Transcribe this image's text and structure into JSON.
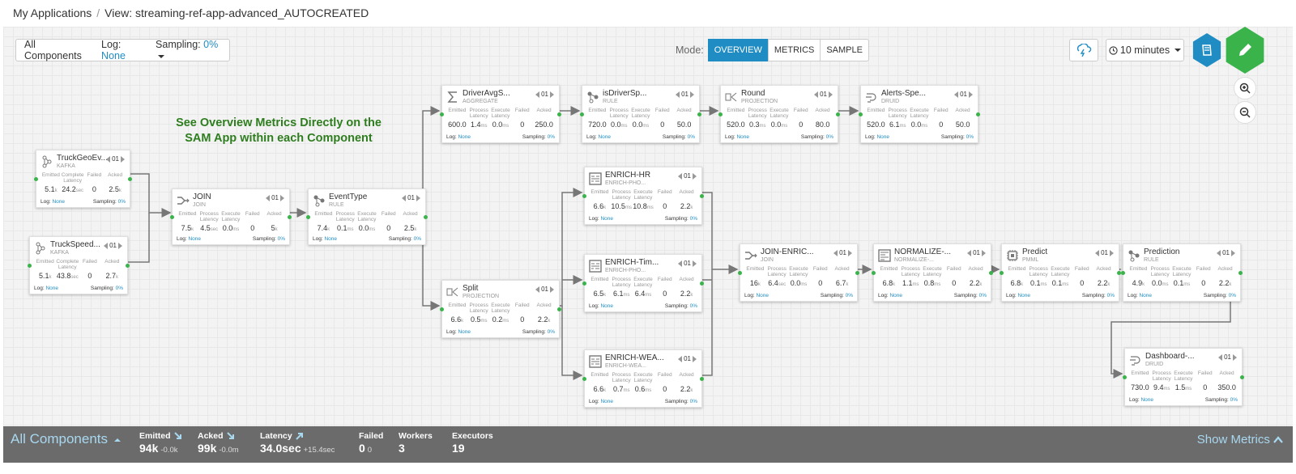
{
  "breadcrumb": {
    "root": "My Applications",
    "separator": "/",
    "current": "View: streaming-ref-app-advanced_AUTOCREATED"
  },
  "filters": {
    "components": "All Components",
    "log_label": "Log:",
    "log_value": "None",
    "sampling_label": "Sampling:",
    "sampling_value": "0%"
  },
  "mode": {
    "label": "Mode:",
    "options": [
      "OVERVIEW",
      "METRICS",
      "SAMPLE"
    ],
    "active": "OVERVIEW"
  },
  "time_range": "10 minutes",
  "annotation": {
    "line1": "See Overview Metrics Directly on the",
    "line2": "SAM App within each Component"
  },
  "colors": {
    "accent": "#1f8dc4",
    "port": "#3ab34a",
    "annotation": "#2e7d1e",
    "bottom_bar": "#6b6b6b",
    "book_hex": "#1f8dc4",
    "edit_hex": "#3ab34a"
  },
  "nodes": [
    {
      "id": "truckgeo",
      "name": "TruckGeoEv...",
      "type": "KAFKA",
      "icon": "kafka-icon",
      "parallelism": "01",
      "metrics": [
        {
          "label": "Emitted",
          "value": "5.1",
          "unit": "k"
        },
        {
          "label": "Complete Latency",
          "value": "24.2",
          "unit": "sec"
        },
        {
          "label": "Failed",
          "value": "0",
          "unit": ""
        },
        {
          "label": "Acked",
          "value": "2.5",
          "unit": "k"
        }
      ],
      "log": "None",
      "sampling": "0%"
    },
    {
      "id": "truckspeed",
      "name": "TruckSpeed...",
      "type": "KAFKA",
      "icon": "kafka-icon",
      "parallelism": "01",
      "metrics": [
        {
          "label": "Emitted",
          "value": "5.1",
          "unit": "k"
        },
        {
          "label": "Complete Latency",
          "value": "43.8",
          "unit": "sec"
        },
        {
          "label": "Failed",
          "value": "0",
          "unit": ""
        },
        {
          "label": "Acked",
          "value": "2.7",
          "unit": "k"
        }
      ],
      "log": "None",
      "sampling": "0%"
    },
    {
      "id": "join",
      "name": "JOIN",
      "type": "JOIN",
      "icon": "join-icon",
      "parallelism": "01",
      "metrics": [
        {
          "label": "Emitted",
          "value": "7.5",
          "unit": "k"
        },
        {
          "label": "Process Latency",
          "value": "4.5",
          "unit": "sec"
        },
        {
          "label": "Execute Latency",
          "value": "0.0",
          "unit": "ms"
        },
        {
          "label": "Failed",
          "value": "0",
          "unit": ""
        },
        {
          "label": "Acked",
          "value": "5",
          "unit": "k"
        }
      ],
      "log": "None",
      "sampling": "0%"
    },
    {
      "id": "eventtype",
      "name": "EventType",
      "type": "RULE",
      "icon": "rule-icon",
      "parallelism": "01",
      "metrics": [
        {
          "label": "Emitted",
          "value": "7.4",
          "unit": "k"
        },
        {
          "label": "Process Latency",
          "value": "0.1",
          "unit": "ms"
        },
        {
          "label": "Execute Latency",
          "value": "0.0",
          "unit": "ms"
        },
        {
          "label": "Failed",
          "value": "0",
          "unit": ""
        },
        {
          "label": "Acked",
          "value": "2.5",
          "unit": "k"
        }
      ],
      "log": "None",
      "sampling": "0%"
    },
    {
      "id": "driveravg",
      "name": "DriverAvgS...",
      "type": "AGGREGATE",
      "icon": "sigma-icon",
      "parallelism": "01",
      "metrics": [
        {
          "label": "Emitted",
          "value": "600.0",
          "unit": ""
        },
        {
          "label": "Process Latency",
          "value": "1.4",
          "unit": "ms"
        },
        {
          "label": "Execute Latency",
          "value": "0.0",
          "unit": "ms"
        },
        {
          "label": "Failed",
          "value": "0",
          "unit": ""
        },
        {
          "label": "Acked",
          "value": "250.0",
          "unit": ""
        }
      ],
      "log": "None",
      "sampling": "0%"
    },
    {
      "id": "isdriver",
      "name": "isDriverSp...",
      "type": "RULE",
      "icon": "rule-icon",
      "parallelism": "01",
      "metrics": [
        {
          "label": "Emitted",
          "value": "720.0",
          "unit": ""
        },
        {
          "label": "Process Latency",
          "value": "0.0",
          "unit": "ms"
        },
        {
          "label": "Execute Latency",
          "value": "0.0",
          "unit": "ms"
        },
        {
          "label": "Failed",
          "value": "0",
          "unit": ""
        },
        {
          "label": "Acked",
          "value": "50.0",
          "unit": ""
        }
      ],
      "log": "None",
      "sampling": "0%"
    },
    {
      "id": "round",
      "name": "Round",
      "type": "PROJECTION",
      "icon": "projection-icon",
      "parallelism": "01",
      "metrics": [
        {
          "label": "Emitted",
          "value": "520.0",
          "unit": ""
        },
        {
          "label": "Process Latency",
          "value": "0.3",
          "unit": "ms"
        },
        {
          "label": "Execute Latency",
          "value": "0.0",
          "unit": "ms"
        },
        {
          "label": "Failed",
          "value": "0",
          "unit": ""
        },
        {
          "label": "Acked",
          "value": "80.0",
          "unit": ""
        }
      ],
      "log": "None",
      "sampling": "0%"
    },
    {
      "id": "alerts",
      "name": "Alerts-Spe...",
      "type": "DRUID",
      "icon": "druid-icon",
      "parallelism": "01",
      "metrics": [
        {
          "label": "Emitted",
          "value": "520.0",
          "unit": ""
        },
        {
          "label": "Process Latency",
          "value": "6.1",
          "unit": "ms"
        },
        {
          "label": "Execute Latency",
          "value": "0.0",
          "unit": "ms"
        },
        {
          "label": "Failed",
          "value": "0",
          "unit": ""
        },
        {
          "label": "Acked",
          "value": "50.0",
          "unit": ""
        }
      ],
      "log": "None",
      "sampling": "0%"
    },
    {
      "id": "split",
      "name": "Split",
      "type": "PROJECTION",
      "icon": "projection-icon",
      "parallelism": "01",
      "metrics": [
        {
          "label": "Emitted",
          "value": "6.6",
          "unit": "k"
        },
        {
          "label": "Process Latency",
          "value": "0.5",
          "unit": "ms"
        },
        {
          "label": "Execute Latency",
          "value": "0.2",
          "unit": "ms"
        },
        {
          "label": "Failed",
          "value": "0",
          "unit": ""
        },
        {
          "label": "Acked",
          "value": "2.2",
          "unit": "k"
        }
      ],
      "log": "None",
      "sampling": "0%"
    },
    {
      "id": "enrichhr",
      "name": "ENRICH-HR",
      "type": "ENRICH-PHO...",
      "icon": "enrich-icon",
      "parallelism": "01",
      "metrics": [
        {
          "label": "Emitted",
          "value": "6.6",
          "unit": "k"
        },
        {
          "label": "Process Latency",
          "value": "10.5",
          "unit": "ms"
        },
        {
          "label": "Execute Latency",
          "value": "10.8",
          "unit": "ms"
        },
        {
          "label": "Failed",
          "value": "0",
          "unit": ""
        },
        {
          "label": "Acked",
          "value": "2.2",
          "unit": "k"
        }
      ],
      "log": "None",
      "sampling": "0%"
    },
    {
      "id": "enrichtim",
      "name": "ENRICH-Tim...",
      "type": "ENRICH-PHO...",
      "icon": "enrich-icon",
      "parallelism": "01",
      "metrics": [
        {
          "label": "Emitted",
          "value": "6.5",
          "unit": "k"
        },
        {
          "label": "Process Latency",
          "value": "6.1",
          "unit": "ms"
        },
        {
          "label": "Execute Latency",
          "value": "6.4",
          "unit": "ms"
        },
        {
          "label": "Failed",
          "value": "0",
          "unit": ""
        },
        {
          "label": "Acked",
          "value": "2.2",
          "unit": "k"
        }
      ],
      "log": "None",
      "sampling": "0%"
    },
    {
      "id": "enrichwea",
      "name": "ENRICH-WEA...",
      "type": "ENRICH-WEA...",
      "icon": "enrich-icon",
      "parallelism": "01",
      "metrics": [
        {
          "label": "Emitted",
          "value": "6.6",
          "unit": "k"
        },
        {
          "label": "Process Latency",
          "value": "0.7",
          "unit": "ms"
        },
        {
          "label": "Execute Latency",
          "value": "0.6",
          "unit": "ms"
        },
        {
          "label": "Failed",
          "value": "0",
          "unit": ""
        },
        {
          "label": "Acked",
          "value": "2.2",
          "unit": "k"
        }
      ],
      "log": "None",
      "sampling": "0%"
    },
    {
      "id": "joinenric",
      "name": "JOIN-ENRIC...",
      "type": "JOIN",
      "icon": "join-icon",
      "parallelism": "01",
      "metrics": [
        {
          "label": "Emitted",
          "value": "16",
          "unit": "k"
        },
        {
          "label": "Process Latency",
          "value": "6.4",
          "unit": "sec"
        },
        {
          "label": "Execute Latency",
          "value": "0.0",
          "unit": "ms"
        },
        {
          "label": "Failed",
          "value": "0",
          "unit": ""
        },
        {
          "label": "Acked",
          "value": "6.7",
          "unit": "k"
        }
      ],
      "log": "None",
      "sampling": "0%"
    },
    {
      "id": "normalize",
      "name": "NORMALIZE-...",
      "type": "NORMALIZE-...",
      "icon": "normalize-icon",
      "parallelism": "01",
      "metrics": [
        {
          "label": "Emitted",
          "value": "6.8",
          "unit": "k"
        },
        {
          "label": "Process Latency",
          "value": "1.1",
          "unit": "ms"
        },
        {
          "label": "Execute Latency",
          "value": "0.8",
          "unit": "ms"
        },
        {
          "label": "Failed",
          "value": "0",
          "unit": ""
        },
        {
          "label": "Acked",
          "value": "2.2",
          "unit": "k"
        }
      ],
      "log": "None",
      "sampling": "0%"
    },
    {
      "id": "predict",
      "name": "Predict",
      "type": "PMML",
      "icon": "chip-icon",
      "parallelism": "01",
      "metrics": [
        {
          "label": "Emitted",
          "value": "6.8",
          "unit": "k"
        },
        {
          "label": "Process Latency",
          "value": "0.1",
          "unit": "ms"
        },
        {
          "label": "Execute Latency",
          "value": "0.1",
          "unit": "ms"
        },
        {
          "label": "Failed",
          "value": "0",
          "unit": ""
        },
        {
          "label": "Acked",
          "value": "2.2",
          "unit": "k"
        }
      ],
      "log": "None",
      "sampling": "0%"
    },
    {
      "id": "prediction",
      "name": "Prediction",
      "type": "RULE",
      "icon": "rule-icon",
      "parallelism": "01",
      "metrics": [
        {
          "label": "Emitted",
          "value": "4.9",
          "unit": "k"
        },
        {
          "label": "Process Latency",
          "value": "0.0",
          "unit": "ms"
        },
        {
          "label": "Execute Latency",
          "value": "0.1",
          "unit": "ms"
        },
        {
          "label": "Failed",
          "value": "0",
          "unit": ""
        },
        {
          "label": "Acked",
          "value": "2.2",
          "unit": "k"
        }
      ],
      "log": "None",
      "sampling": "0%"
    },
    {
      "id": "dashboard",
      "name": "Dashboard-...",
      "type": "DRUID",
      "icon": "druid-icon",
      "parallelism": "01",
      "metrics": [
        {
          "label": "Emitted",
          "value": "730.0",
          "unit": ""
        },
        {
          "label": "Process Latency",
          "value": "9.4",
          "unit": "ms"
        },
        {
          "label": "Execute Latency",
          "value": "1.5",
          "unit": "ms"
        },
        {
          "label": "Failed",
          "value": "0",
          "unit": ""
        },
        {
          "label": "Acked",
          "value": "350.0",
          "unit": ""
        }
      ],
      "log": "None",
      "sampling": "0%"
    }
  ],
  "footer_labels": {
    "log": "Log:",
    "sampling": "Sampling:"
  },
  "bottom_bar": {
    "components": "All Components",
    "stats": [
      {
        "title": "Emitted",
        "value": "94k",
        "delta": "-0.0k",
        "trend_icon": "arrow-down-right-icon"
      },
      {
        "title": "Acked",
        "value": "99k",
        "delta": "-0.0m",
        "trend_icon": "arrow-down-right-icon"
      },
      {
        "title": "Latency",
        "value": "34.0sec",
        "delta": "+15.4sec",
        "trend_icon": "arrow-up-right-icon"
      },
      {
        "title": "Failed",
        "value": "0",
        "delta": "0",
        "trend_icon": ""
      },
      {
        "title": "Workers",
        "value": "3",
        "delta": "",
        "trend_icon": ""
      },
      {
        "title": "Executors",
        "value": "19",
        "delta": "",
        "trend_icon": ""
      }
    ],
    "show_metrics": "Show Metrics"
  }
}
